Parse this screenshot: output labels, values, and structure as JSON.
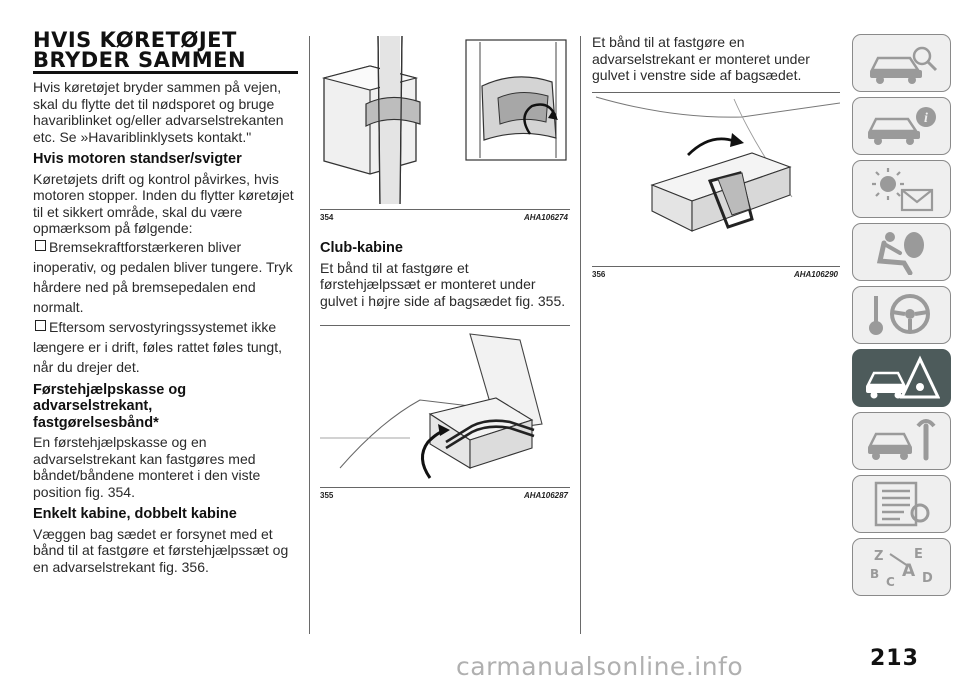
{
  "section": {
    "title_lines": [
      "HVIS KØRETØJET",
      "BRYDER SAMMEN"
    ],
    "intro": "Hvis køretøjet bryder sammen på vejen, skal du flytte det til nødsporet og bruge havariblinket og/eller advarselstrekanten etc. Se »Havariblinklysets kontakt.\""
  },
  "engine_stop": {
    "heading": "Hvis motoren standser/svigter",
    "text": "Køretøjets drift og kontrol påvirkes, hvis motoren stopper. Inden du flytter køretøjet til et sikkert område, skal du være opmærksom på følgende:",
    "bullets": [
      {
        "first": "Bremsekraftforstærkeren bliver",
        "rest": "inoperativ, og pedalen bliver tungere. Tryk hårdere ned på bremsepedalen end normalt."
      },
      {
        "first": "Eftersom servostyringssystemet ikke",
        "rest": "længere er i drift, føles rattet føles tungt, når du drejer det."
      }
    ]
  },
  "first_aid": {
    "heading_lines": [
      "Førstehjælpskasse og",
      "advarselstrekant,",
      "fastgørelsesbånd*"
    ],
    "text": "En førstehjælpskasse og en advarselstrekant kan fastgøres med båndet/båndene monteret i den viste position fig. 354."
  },
  "single_cab": {
    "heading": "Enkelt kabine, dobbelt kabine",
    "text": "Væggen bag sædet er forsynet med et bånd til at fastgøre et førstehjælpssæt og en advarselstrekant fig. 356."
  },
  "club_cab": {
    "heading": "Club-kabine",
    "text": "Et bånd til at fastgøre et førstehjælpssæt er monteret under gulvet i højre side af bagsædet fig. 355."
  },
  "col3_text": "Et bånd til at fastgøre en advarselstrekant er monteret under gulvet i venstre side af bagsædet.",
  "figures": {
    "fig354": {
      "number": "354",
      "code": "AHA106274"
    },
    "fig355": {
      "number": "355",
      "code": "AHA106287"
    },
    "fig356": {
      "number": "356",
      "code": "AHA106290"
    }
  },
  "sidebar_tabs": [
    {
      "icon": "car-search-icon",
      "active": false
    },
    {
      "icon": "car-info-icon",
      "active": false
    },
    {
      "icon": "warning-light-envelope-icon",
      "active": false
    },
    {
      "icon": "seat-airbag-icon",
      "active": false
    },
    {
      "icon": "steering-key-icon",
      "active": false
    },
    {
      "icon": "car-emergency-triangle-icon",
      "active": true
    },
    {
      "icon": "car-service-wrench-icon",
      "active": false
    },
    {
      "icon": "specifications-list-icon",
      "active": false
    },
    {
      "icon": "alphabetical-index-icon",
      "active": false
    }
  ],
  "page_number": "213",
  "watermark": "carmanualsonline.info",
  "colors": {
    "active_tab": "#4d5b5b",
    "tab_bg": "#efefef",
    "text": "#2a2a2a"
  }
}
